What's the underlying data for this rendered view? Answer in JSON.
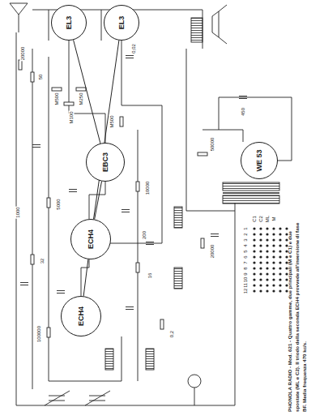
{
  "diagram": {
    "caption": "PHONOLA RADIO - Mod. 621 - Quattro gamme, due principali (M e C1) e due spostate (ML e C2). Il triodo della seconda ECH4 provvede all'inversione di fase BF. Media frequenza 470 kc/s.",
    "nodes": [
      {
        "text": [
          "EL3"
        ]
      },
      {
        "text": [
          "EL3"
        ]
      },
      {
        "text": [
          "EBC3"
        ]
      },
      {
        "text": [
          "WE 53"
        ]
      },
      {
        "text": [
          "ECH4"
        ]
      },
      {
        "text": [
          "ECH4"
        ]
      }
    ],
    "edges": [
      {
        "from": 5,
        "to": 4,
        "arrow": "none"
      },
      {
        "from": 4,
        "to": 2,
        "arrow": "none"
      },
      {
        "from": 2,
        "to": 0,
        "arrow": "none"
      },
      {
        "from": 4,
        "to": 1,
        "arrow": "none"
      }
    ],
    "labels": [
      "0,02",
      "20000",
      "50",
      "M500",
      "M250",
      "M100",
      "M500",
      "10000",
      "5000",
      "32",
      "16",
      "100000",
      "0,2",
      "20000",
      "50000",
      "450",
      "1000",
      "200",
      "1",
      "2",
      "3",
      "4",
      "5",
      "6",
      "7",
      "8",
      "9",
      "10",
      "11",
      "12",
      "C1",
      "C2",
      "ML",
      "M"
    ]
  }
}
